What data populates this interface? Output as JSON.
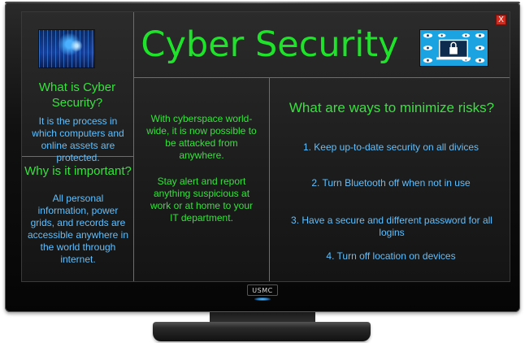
{
  "window": {
    "close_label": "X"
  },
  "title": "Cyber Security",
  "brand": "USMC",
  "left_panel": {
    "what_heading": "What is Cyber Security?",
    "what_body": "It is the process in which computers and online assets are protected.",
    "why_heading": "Why is it important?",
    "why_body": "All personal information, power grids, and records are accessible anywhere in the world through internet."
  },
  "middle_panel": {
    "paragraph1": "With cyberspace world-wide, it is now possible to be attacked from anywhere.",
    "paragraph2": "Stay alert and report anything suspicious at work or at home to your IT department."
  },
  "right_panel": {
    "heading": "What are ways to minimize risks?",
    "items": [
      "1. Keep up-to-date security on all divices",
      "2. Turn Bluetooth off when not in use",
      "3. Have a secure and different password for all logins",
      "4. Turn off location on devices"
    ]
  },
  "icons": {
    "left_image": "digital-face-image",
    "right_image": "surveillance-laptop-lock-image",
    "close": "close-icon"
  },
  "colors": {
    "heading_green": "#35e33c",
    "title_green": "#1fe32a",
    "body_blue": "#5fc0ff",
    "close_red": "#d8281b"
  }
}
